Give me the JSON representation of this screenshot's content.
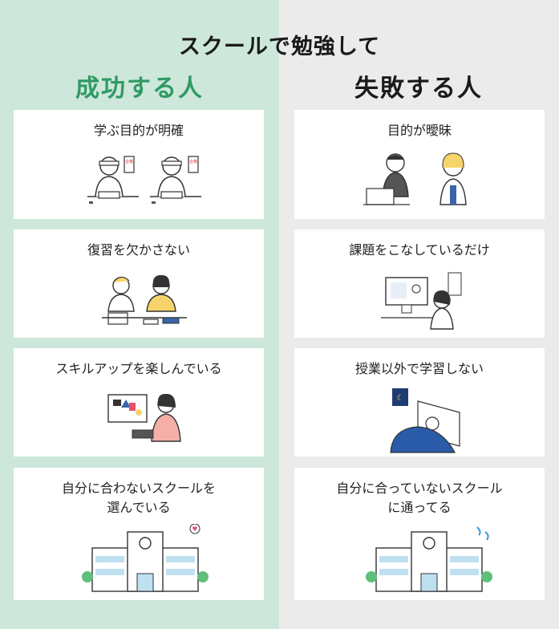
{
  "title": "スクールで勉強して",
  "columns": {
    "success": {
      "heading": "成功する人",
      "color": "#2f9a63",
      "cards": [
        {
          "label": "学ぶ目的が明確",
          "badge": "合格"
        },
        {
          "label": "復習を欠かさない"
        },
        {
          "label": "スキルアップを楽しんでいる"
        },
        {
          "label_line1": "自分に合わないスクールを",
          "label_line2": "選んでいる"
        }
      ]
    },
    "failure": {
      "heading": "失敗する人",
      "color": "#1a1a1a",
      "cards": [
        {
          "label": "目的が曖昧"
        },
        {
          "label": "課題をこなしているだけ"
        },
        {
          "label": "授業以外で学習しない"
        },
        {
          "label_line1": "自分に合っていないスクール",
          "label_line2": "に通ってる"
        }
      ]
    }
  }
}
